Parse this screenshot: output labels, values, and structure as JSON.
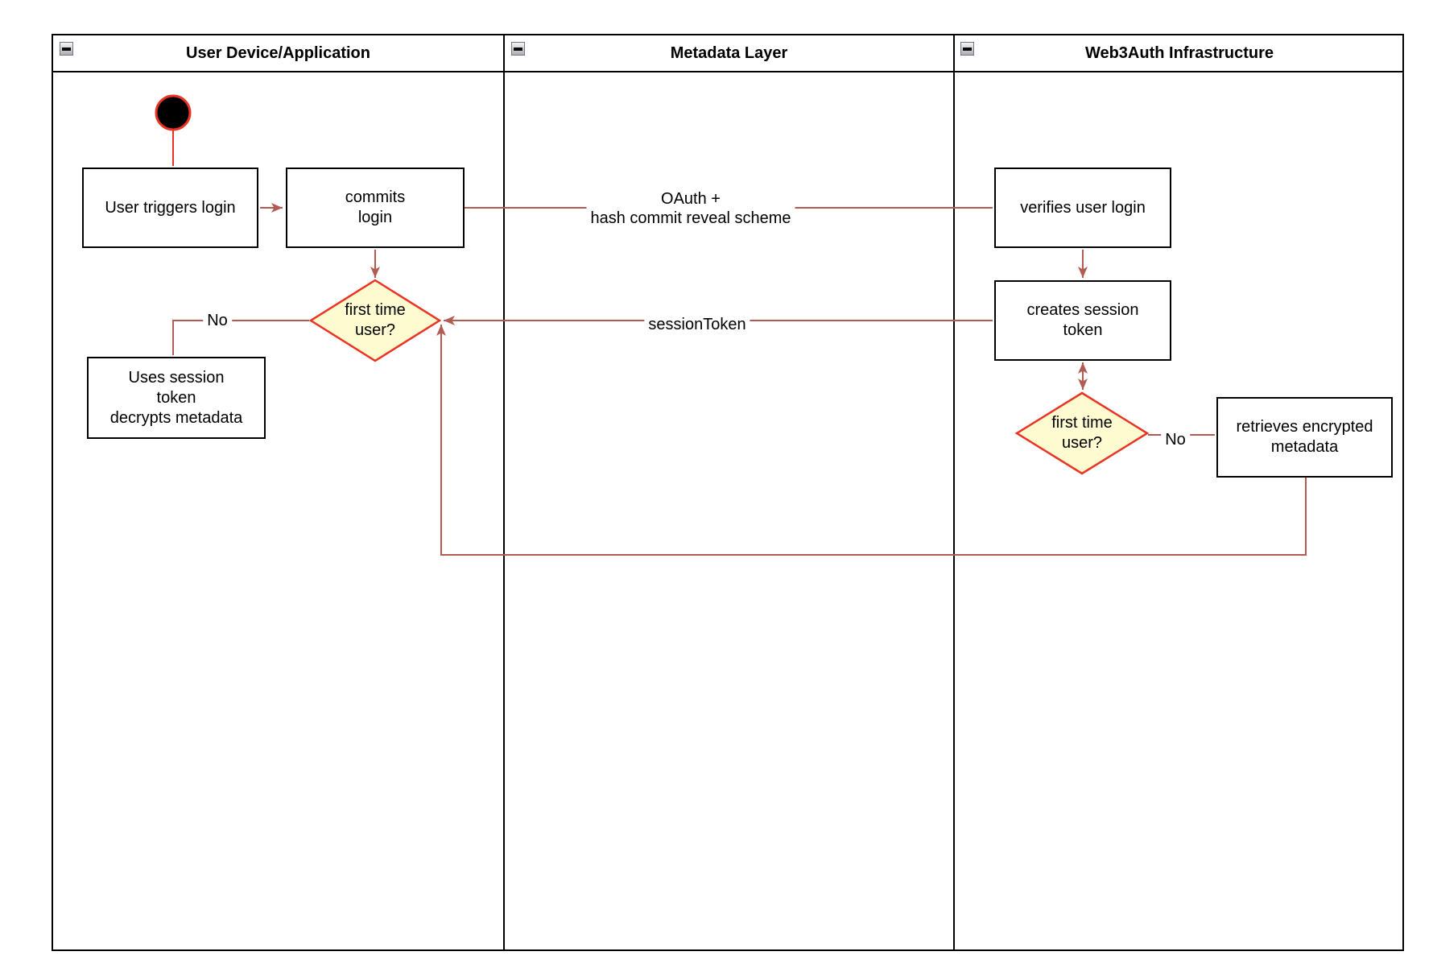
{
  "pool": {
    "lanes": [
      {
        "title": "User Device/Application"
      },
      {
        "title": "Metadata Layer"
      },
      {
        "title": "Web3Auth Infrastructure"
      }
    ]
  },
  "nodes": {
    "user_triggers_login": "User triggers login",
    "commits_login": "commits\nlogin",
    "first_time_user_left": "first time\nuser?",
    "uses_session_token": "Uses session\ntoken\ndecrypts metadata",
    "verifies_user_login": "verifies user login",
    "creates_session_token": "creates session\ntoken",
    "first_time_user_right": "first time\nuser?",
    "retrieves_encrypted_metadata": "retrieves encrypted\nmetadata"
  },
  "edge_labels": {
    "oauth": "OAuth +\nhash commit reveal scheme",
    "session_token": "sessionToken",
    "no_left": "No",
    "no_right": "No"
  },
  "colors": {
    "edge-color": "#B25B53",
    "accent-red": "#EA3323",
    "decision-fill": "#FFFBD1",
    "node-border": "#000000",
    "lane-border": "#000000"
  }
}
